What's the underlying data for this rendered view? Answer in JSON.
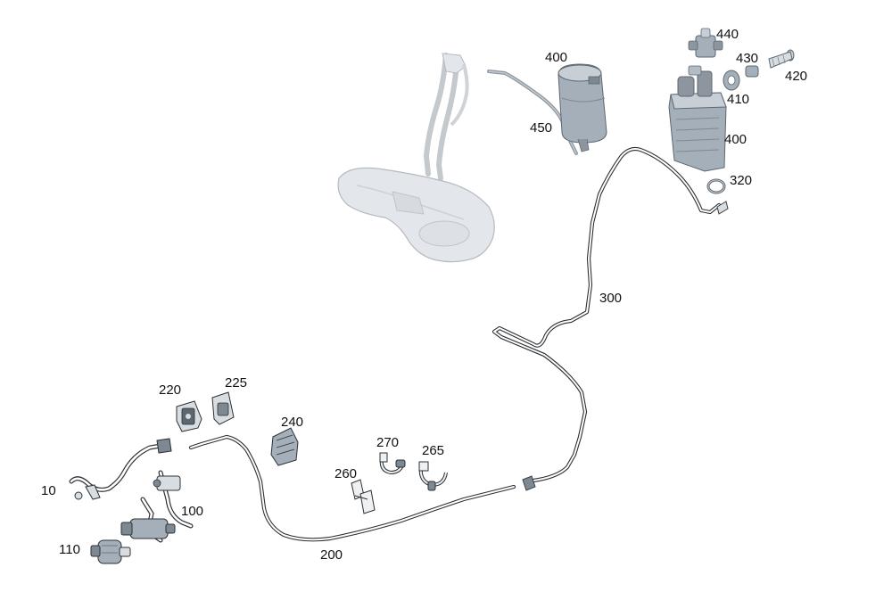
{
  "colors": {
    "background": "#ffffff",
    "part_outline": "#3a3f44",
    "part_fill": "#eef0f2",
    "ghost_tank_fill": "#e3e6ea",
    "ghost_tank_outline": "#b5bac0",
    "highlight_fill": "#9aa6b2",
    "highlight_dark": "#6f7b86",
    "line_stroke": "#2c3135",
    "label_color": "#111111"
  },
  "callouts": {
    "c10": "10",
    "c100": "100",
    "c110": "110",
    "c200": "200",
    "c220": "220",
    "c225": "225",
    "c240": "240",
    "c260": "260",
    "c265": "265",
    "c270": "270",
    "c300": "300",
    "c320": "320",
    "c400a": "400",
    "c400b": "400",
    "c410": "410",
    "c420": "420",
    "c430": "430",
    "c440": "440",
    "c450": "450"
  }
}
